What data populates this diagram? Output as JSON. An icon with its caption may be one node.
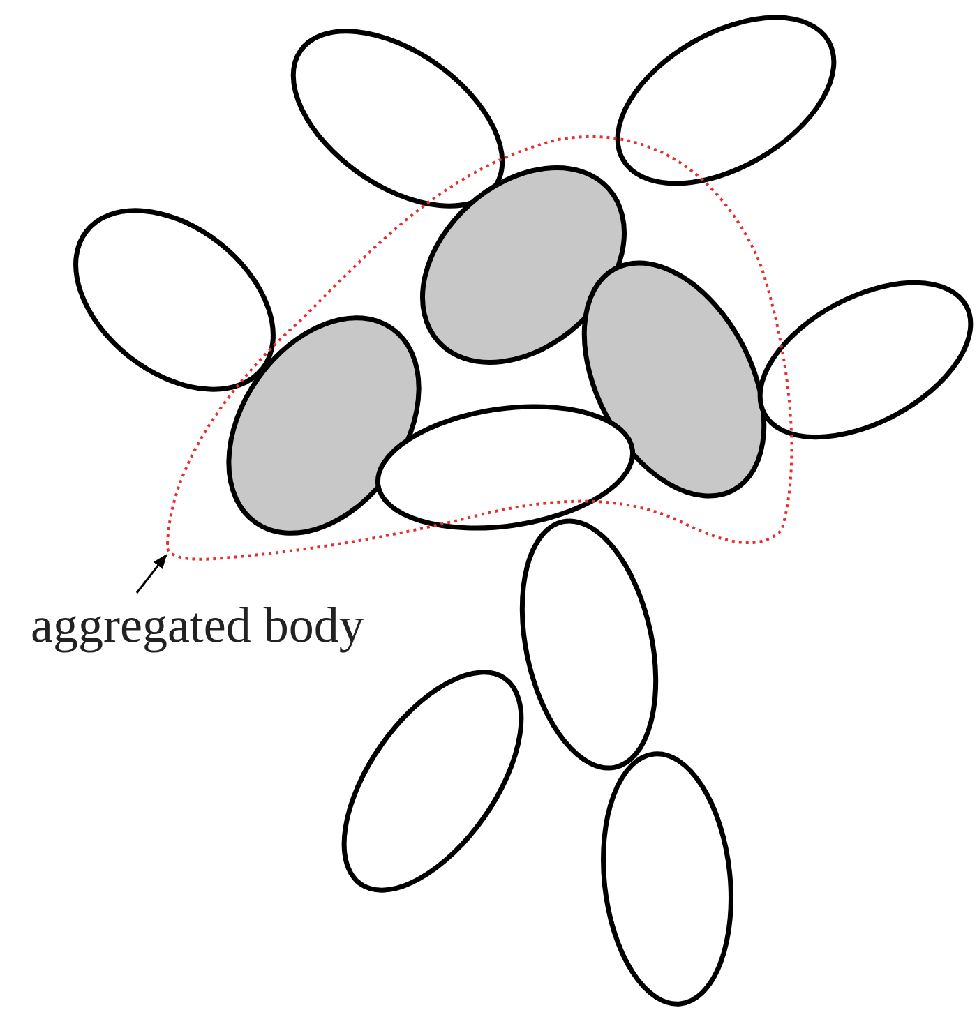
{
  "diagram": {
    "nodes": [
      {
        "text": [
          "aggregated body"
        ]
      },
      {
        "text": [],
        "shape": "outline"
      }
    ],
    "edges": [
      {
        "from": 0,
        "to": 1,
        "arrow": "to"
      }
    ]
  }
}
